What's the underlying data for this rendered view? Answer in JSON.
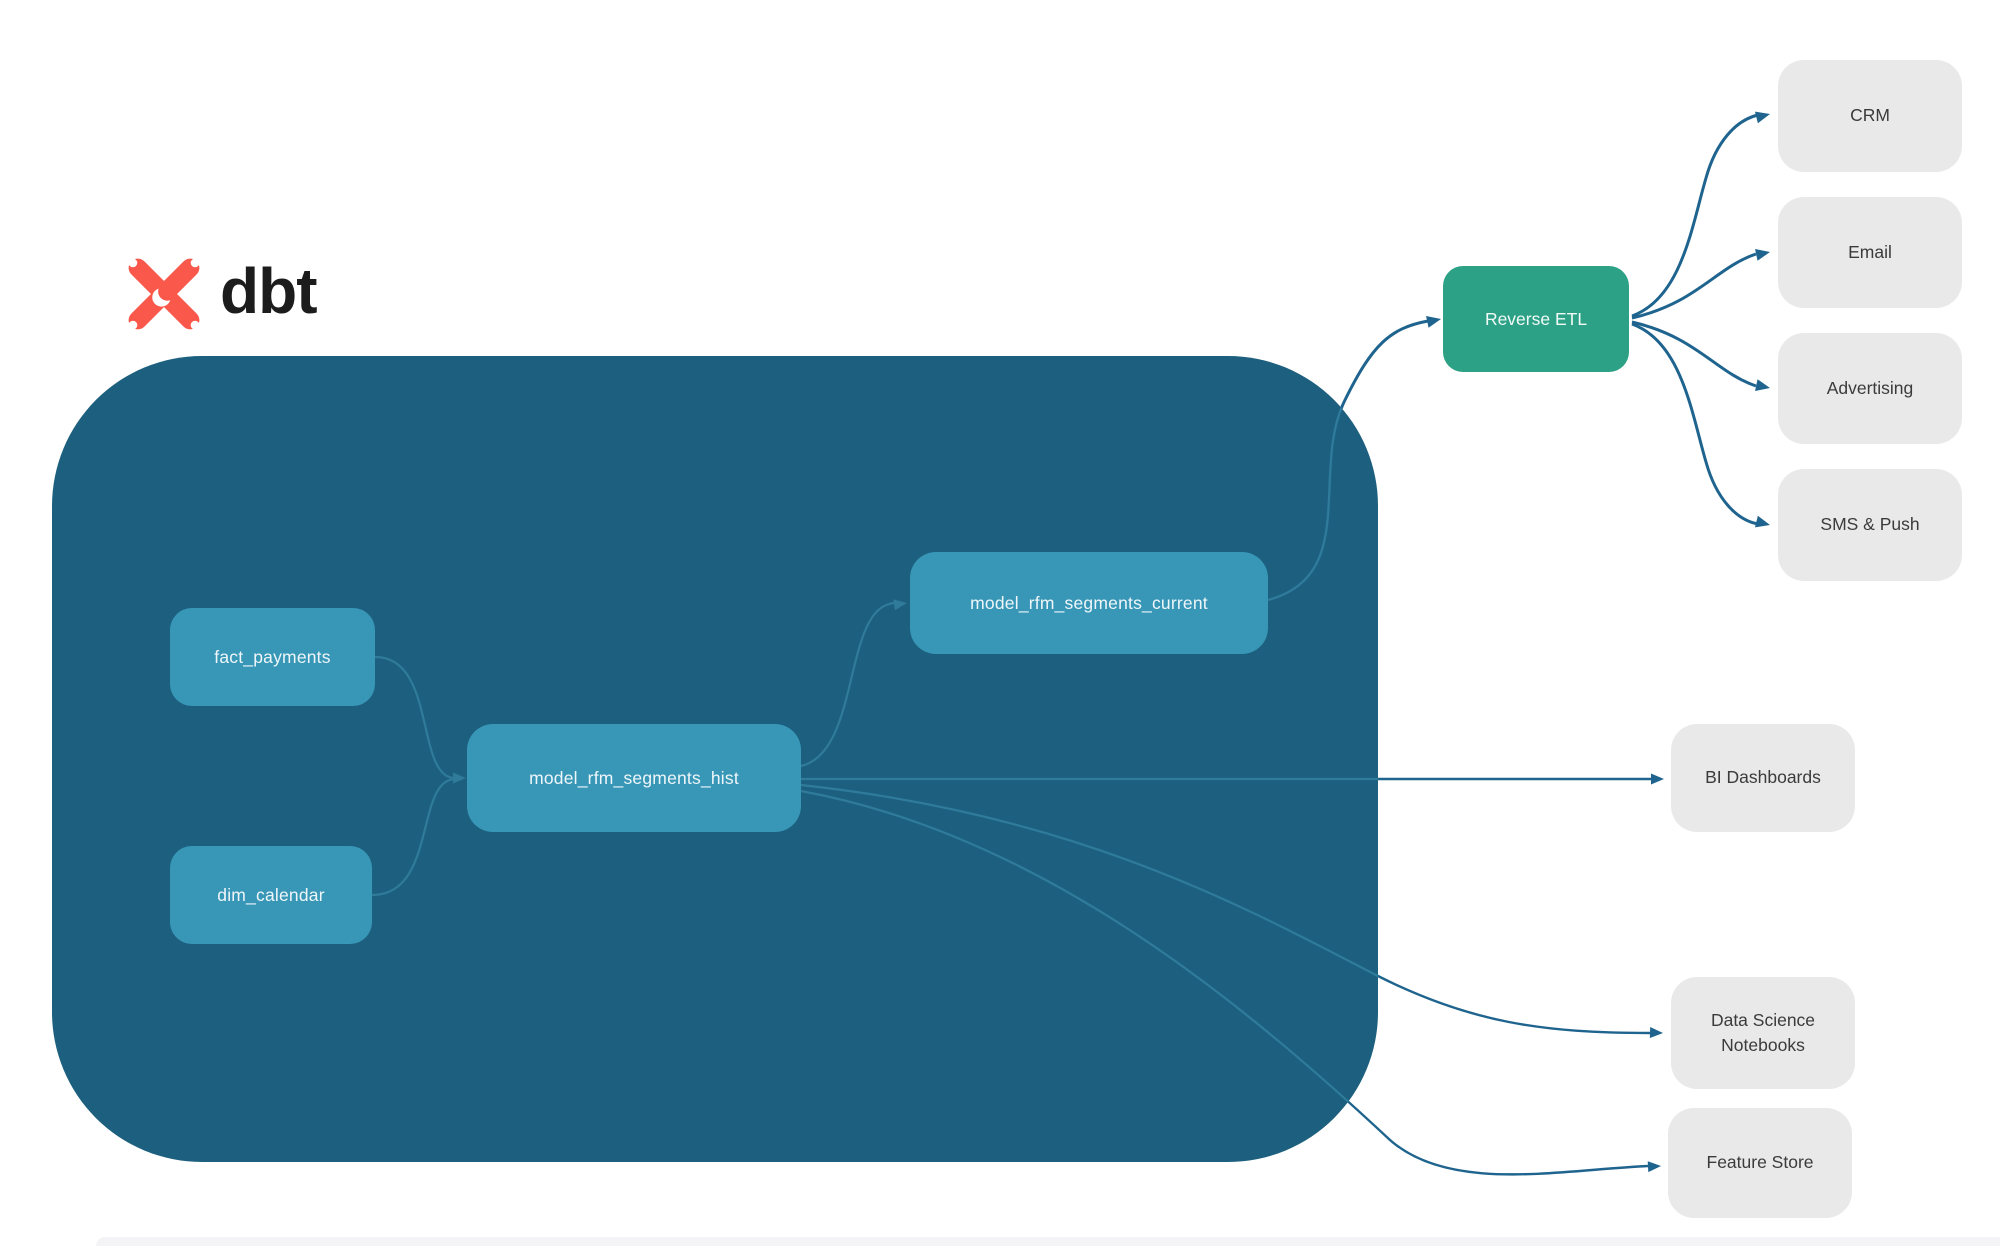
{
  "brand": "dbt",
  "nodes": {
    "fact_payments": "fact_payments",
    "dim_calendar": "dim_calendar",
    "model_hist": "model_rfm_segments_hist",
    "model_current": "model_rfm_segments_current",
    "reverse_etl": "Reverse ETL",
    "crm": "CRM",
    "email": "Email",
    "advertising": "Advertising",
    "sms_push": "SMS & Push",
    "bi_dashboards": "BI Dashboards",
    "ds_notebooks": "Data Science Notebooks",
    "feature_store": "Feature Store"
  },
  "edges": [
    {
      "from": "fact_payments",
      "to": "model_rfm_segments_hist"
    },
    {
      "from": "dim_calendar",
      "to": "model_rfm_segments_hist"
    },
    {
      "from": "model_rfm_segments_hist",
      "to": "model_rfm_segments_current"
    },
    {
      "from": "model_rfm_segments_current",
      "to": "Reverse ETL"
    },
    {
      "from": "Reverse ETL",
      "to": "CRM"
    },
    {
      "from": "Reverse ETL",
      "to": "Email"
    },
    {
      "from": "Reverse ETL",
      "to": "Advertising"
    },
    {
      "from": "Reverse ETL",
      "to": "SMS & Push"
    },
    {
      "from": "model_rfm_segments_hist",
      "to": "BI Dashboards"
    },
    {
      "from": "model_rfm_segments_hist",
      "to": "Data Science Notebooks"
    },
    {
      "from": "model_rfm_segments_hist",
      "to": "Feature Store"
    }
  ],
  "colors": {
    "warehouse_container": "#1d5f7e",
    "model_node": "#3897b7",
    "reverse_etl_node": "#2ca186",
    "destination_node": "#e9e9ea",
    "edge_inside": "#2f7b99",
    "edge_outside": "#1f648e",
    "logo_orange": "#f9584a",
    "brand_text": "#1c1c1c"
  }
}
